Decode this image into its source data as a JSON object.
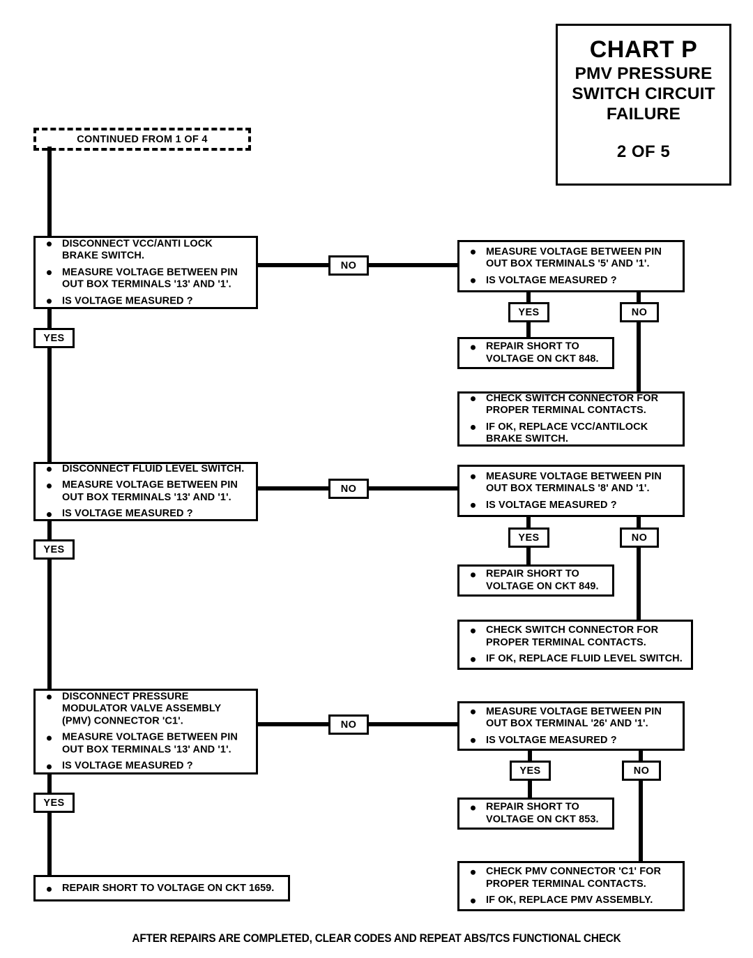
{
  "title_block": {
    "chart_id": "CHART P",
    "subtitle": "PMV PRESSURE\nSWITCH CIRCUIT\nFAILURE",
    "page": "2 OF 5"
  },
  "continued_from": "CONTINUED FROM 1 OF 4",
  "footer": "AFTER REPAIRS ARE COMPLETED, CLEAR CODES AND REPEAT ABS/TCS FUNCTIONAL CHECK",
  "labels": {
    "yes": "YES",
    "no": "NO"
  },
  "branches": [
    {
      "test": [
        "DISCONNECT VCC/ANTI LOCK\nBRAKE SWITCH.",
        "MEASURE VOLTAGE BETWEEN PIN\nOUT BOX TERMINALS '13' AND '1'.",
        "IS VOLTAGE MEASURED ?"
      ],
      "measure": [
        "MEASURE VOLTAGE BETWEEN PIN\nOUT BOX TERMINALS '5' AND '1'.",
        "IS VOLTAGE MEASURED ?"
      ],
      "repair": [
        "REPAIR SHORT TO\nVOLTAGE ON CKT 848."
      ],
      "check": [
        "CHECK SWITCH CONNECTOR FOR\nPROPER TERMINAL CONTACTS.",
        "IF OK, REPLACE VCC/ANTILOCK\nBRAKE SWITCH."
      ]
    },
    {
      "test": [
        "DISCONNECT FLUID LEVEL SWITCH.",
        "MEASURE VOLTAGE BETWEEN PIN\nOUT BOX TERMINALS '13' AND '1'.",
        "IS VOLTAGE MEASURED ?"
      ],
      "measure": [
        "MEASURE VOLTAGE BETWEEN PIN\nOUT BOX TERMINALS '8' AND '1'.",
        "IS VOLTAGE MEASURED ?"
      ],
      "repair": [
        "REPAIR SHORT TO\nVOLTAGE ON CKT 849."
      ],
      "check": [
        "CHECK SWITCH CONNECTOR FOR\nPROPER TERMINAL CONTACTS.",
        "IF OK, REPLACE FLUID LEVEL SWITCH."
      ]
    },
    {
      "test": [
        "DISCONNECT PRESSURE\nMODULATOR VALVE ASSEMBLY\n(PMV) CONNECTOR 'C1'.",
        "MEASURE VOLTAGE BETWEEN PIN\nOUT BOX TERMINALS '13' AND '1'.",
        "IS VOLTAGE MEASURED ?"
      ],
      "measure": [
        "MEASURE VOLTAGE BETWEEN PIN\nOUT BOX TERMINAL '26' AND '1'.",
        "IS VOLTAGE MEASURED ?"
      ],
      "repair": [
        "REPAIR SHORT TO\nVOLTAGE ON CKT 853."
      ],
      "check": [
        "CHECK PMV CONNECTOR 'C1' FOR\nPROPER TERMINAL CONTACTS.",
        "IF OK, REPLACE PMV ASSEMBLY."
      ]
    }
  ],
  "final_repair": "REPAIR SHORT TO VOLTAGE ON CKT 1659."
}
